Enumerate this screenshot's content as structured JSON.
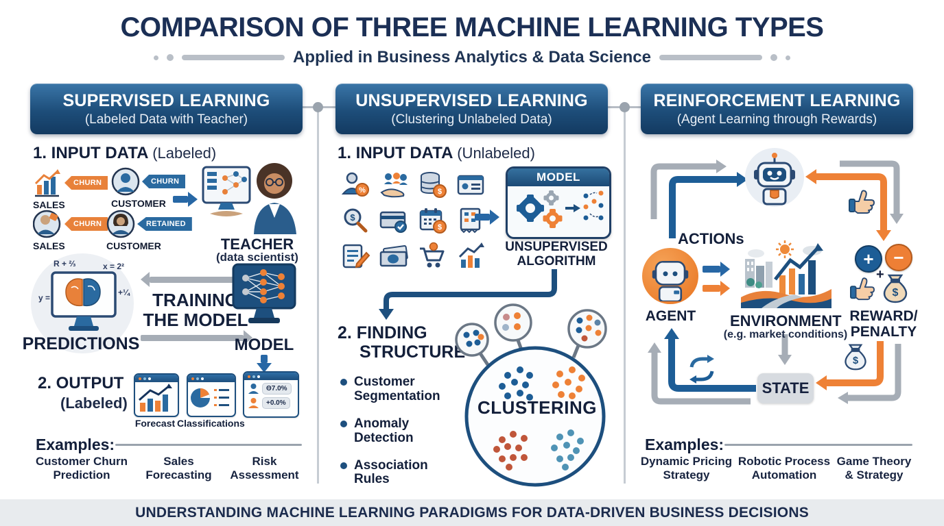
{
  "title": "COMPARISON OF THREE MACHINE LEARNING TYPES",
  "subtitle": "Applied in Business Analytics & Data Science",
  "footer": "UNDERSTANDING MACHINE LEARNING PARADIGMS FOR DATA-DRIVEN BUSINESS DECISIONS",
  "supervised": {
    "title": "SUPERVISED LEARNING",
    "subtitle": "(Labeled Data with Teacher)",
    "step1": "1. INPUT DATA",
    "step1_note": "(Labeled)",
    "inputs": [
      {
        "icon": "sales-chart-icon",
        "label": "SALES",
        "tag": "CHURN",
        "tag_color": "orange"
      },
      {
        "icon": "customer-avatar-icon",
        "label": "CUSTOMER",
        "tag": "CHURN",
        "tag_color": "blue"
      },
      {
        "icon": "salesperson-avatar-icon",
        "label": "SALES",
        "tag": "CHURN",
        "tag_color": "orange"
      },
      {
        "icon": "customer-woman-avatar-icon",
        "label": "CUSTOMER",
        "tag": "RETAINED",
        "tag_color": "blue"
      }
    ],
    "teacher": "TEACHER",
    "teacher_note": "(data scientist)",
    "predictions": "PREDICTIONS",
    "math": [
      "R + ⅔",
      "x = 2²",
      "y =",
      "+¼"
    ],
    "training1": "TRAINING",
    "training2": "THE MODEL",
    "model": "MODEL",
    "step2": "2. OUTPUT",
    "step2_note": "(Labeled)",
    "outputs": [
      "Forecast",
      "Classifications"
    ],
    "badges": [
      "Θ7.0%",
      "+0.0%"
    ],
    "examples_label": "Examples:",
    "examples": [
      "Customer Churn Prediction",
      "Sales Forecasting",
      "Risk Assessment"
    ]
  },
  "unsupervised": {
    "title": "UNSUPERVISED LEARNING",
    "subtitle": "(Clustering Unlabeled Data)",
    "step1": "1. INPUT DATA",
    "step1_note": "(Unlabeled)",
    "input_icons": [
      "user-coin-icon",
      "group-hand-icon",
      "database-dollar-icon",
      "id-card-icon",
      "search-dollar-icon",
      "credit-card-icon",
      "calendar-dollar-icon",
      "receipt-icon",
      "notepad-icon",
      "cash-icon",
      "cart-icon",
      "bar-chart-icon"
    ],
    "model_title": "MODEL",
    "model_caption": "UNSUPERVISED ALGORITHM",
    "step2a": "2. FINDING",
    "step2b": "STRUCTURE",
    "bullets": [
      "Customer Segmentation",
      "Anomaly Detection",
      "Association Rules"
    ],
    "clustering": "CLUSTERING"
  },
  "reinforcement": {
    "title": "REINFORCEMENT LEARNING",
    "subtitle": "(Agent Learning through Rewards)",
    "actions": "ACTIONs",
    "agent": "AGENT",
    "environment": "ENVIRONMENT",
    "environment_note": "(e.g. market conditions)",
    "reward1": "REWARD/",
    "reward2": "PENALTY",
    "state": "STATE",
    "examples_label": "Examples:",
    "examples": [
      "Dynamic Pricing Strategy",
      "Robotic Process Automation",
      "Game Theory & Strategy"
    ]
  },
  "colors": {
    "navy": "#1d4f7e",
    "orange": "#e8813a",
    "blue": "#2a6aa0",
    "dark_text": "#1b2b4d",
    "gray_arrow": "#a6adb6",
    "header_blue_top": "#3a76a8",
    "header_blue_bottom": "#133a61"
  }
}
